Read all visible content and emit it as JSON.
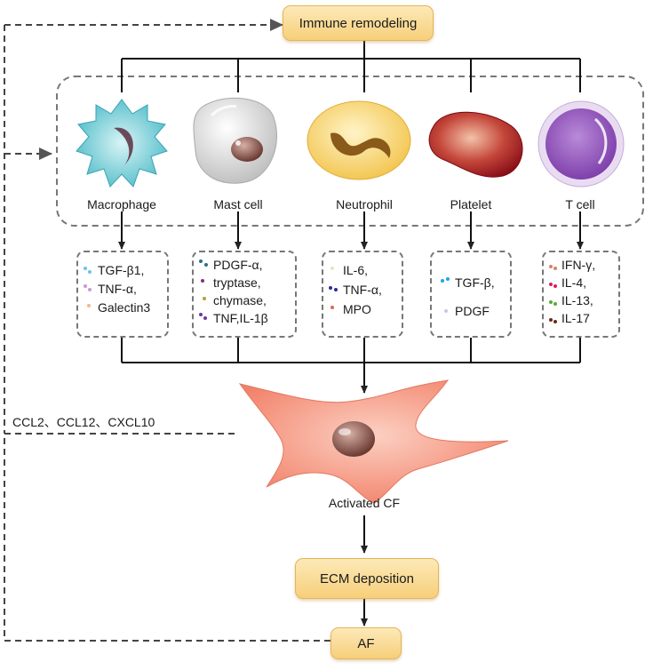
{
  "top_node": {
    "label": "Immune remodeling",
    "color": "#f6cf7a"
  },
  "cells": [
    {
      "name": "Macrophage",
      "color": "#5cc6d0",
      "mediators": [
        "TGF-β1,",
        "TNF-α,",
        "Galectin3"
      ],
      "dot_colors": [
        "#6ec3ea",
        "#c79ad8",
        "#f5b58e"
      ]
    },
    {
      "name": "Mast cell",
      "color": "#d9d9d9",
      "mediators": [
        "PDGF-α,",
        "tryptase,",
        "chymase,",
        "TNF,IL-1β"
      ],
      "dot_colors": [
        "#2a6f8c",
        "#8a2a7a",
        "#b5a03a",
        "#6a3aa0"
      ]
    },
    {
      "name": "Neutrophil",
      "color": "#f7d36a",
      "mediators": [
        "IL-6,",
        "TNF-α,",
        "MPO"
      ],
      "dot_colors": [
        "#e7e6b8",
        "#2b2b9a",
        "#d76a52"
      ]
    },
    {
      "name": "Platelet",
      "color": "#b3222c",
      "mediators": [
        "TGF-β,",
        "PDGF"
      ],
      "dot_colors": [
        "#1aa6e6",
        "#c8c8e0"
      ]
    },
    {
      "name": "T cell",
      "color": "#9b5fc4",
      "mediators": [
        "IFN-γ,",
        "IL-4,",
        "IL-13,",
        "IL-17"
      ],
      "dot_colors": [
        "#d4826a",
        "#d8205a",
        "#5aa83a",
        "#6a2a1a"
      ]
    }
  ],
  "fibroblast": {
    "label": "Activated CF",
    "color": "#f58f76"
  },
  "chemokines": "CCL2、CCL12、CXCL10",
  "ecm_node": {
    "label": "ECM deposition"
  },
  "af_node": {
    "label": "AF"
  }
}
